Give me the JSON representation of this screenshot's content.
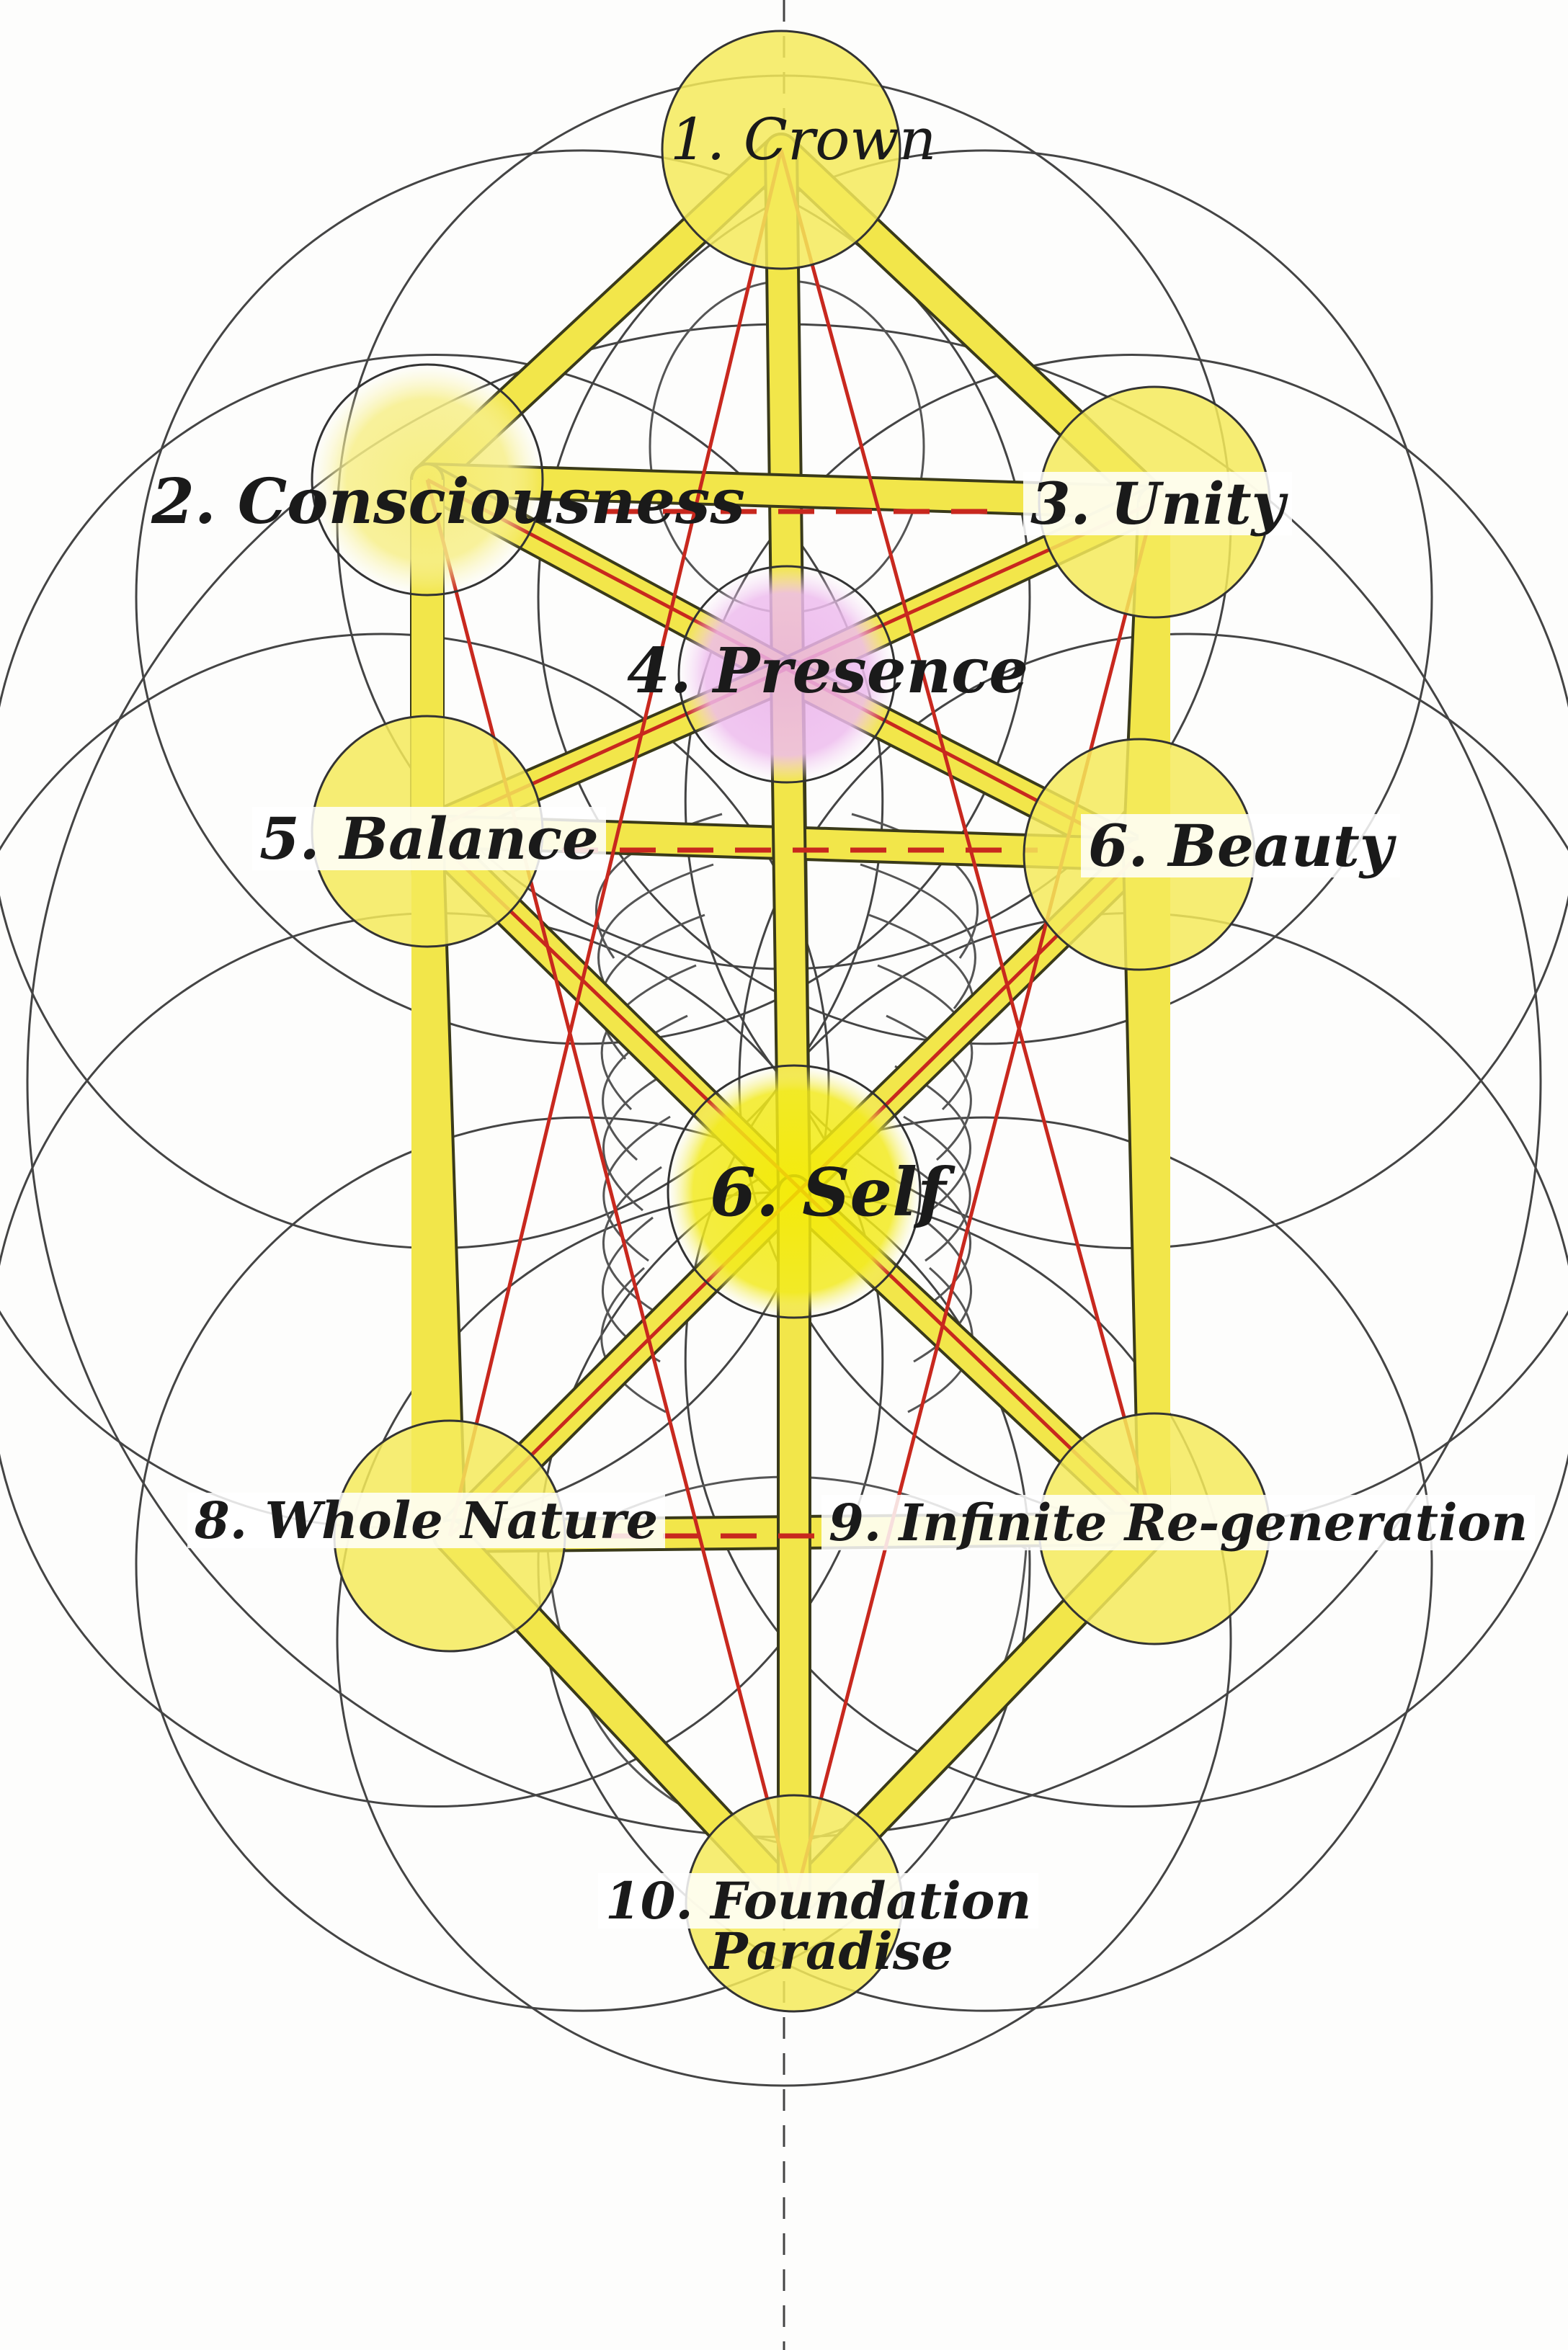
{
  "title": "Tree of Life over human skeleton",
  "nodes": [
    {
      "id": "crown",
      "label": "1. Crown"
    },
    {
      "id": "consciousness",
      "label": "2. Consciousness"
    },
    {
      "id": "unity",
      "label": "3. Unity"
    },
    {
      "id": "presence",
      "label": "4. Presence"
    },
    {
      "id": "balance",
      "label": "5. Balance"
    },
    {
      "id": "beauty",
      "label": "6. Beauty"
    },
    {
      "id": "self",
      "label": "6. Self"
    },
    {
      "id": "whole_nature",
      "label": "8. Whole Nature"
    },
    {
      "id": "regeneration",
      "label": "9. Infinite Re-generation"
    },
    {
      "id": "foundation",
      "label": "10. Foundation",
      "label2": "Paradise"
    }
  ],
  "paths": [
    [
      "crown",
      "consciousness"
    ],
    [
      "crown",
      "unity"
    ],
    [
      "crown",
      "self"
    ],
    [
      "consciousness",
      "unity"
    ],
    [
      "consciousness",
      "presence"
    ],
    [
      "unity",
      "presence"
    ],
    [
      "consciousness",
      "balance"
    ],
    [
      "unity",
      "beauty"
    ],
    [
      "presence",
      "balance"
    ],
    [
      "presence",
      "beauty"
    ],
    [
      "balance",
      "beauty"
    ],
    [
      "balance",
      "self"
    ],
    [
      "beauty",
      "self"
    ],
    [
      "presence",
      "self"
    ],
    [
      "balance",
      "whole_nature"
    ],
    [
      "beauty",
      "regeneration"
    ],
    [
      "self",
      "whole_nature"
    ],
    [
      "self",
      "regeneration"
    ],
    [
      "whole_nature",
      "regeneration"
    ],
    [
      "whole_nature",
      "foundation"
    ],
    [
      "regeneration",
      "foundation"
    ],
    [
      "self",
      "foundation"
    ]
  ],
  "colors": {
    "path": "#f2e64a",
    "node": "#f5ea5a",
    "presence": "#ecb6e8",
    "self": "#f4ec10",
    "red": "#c8281e"
  }
}
